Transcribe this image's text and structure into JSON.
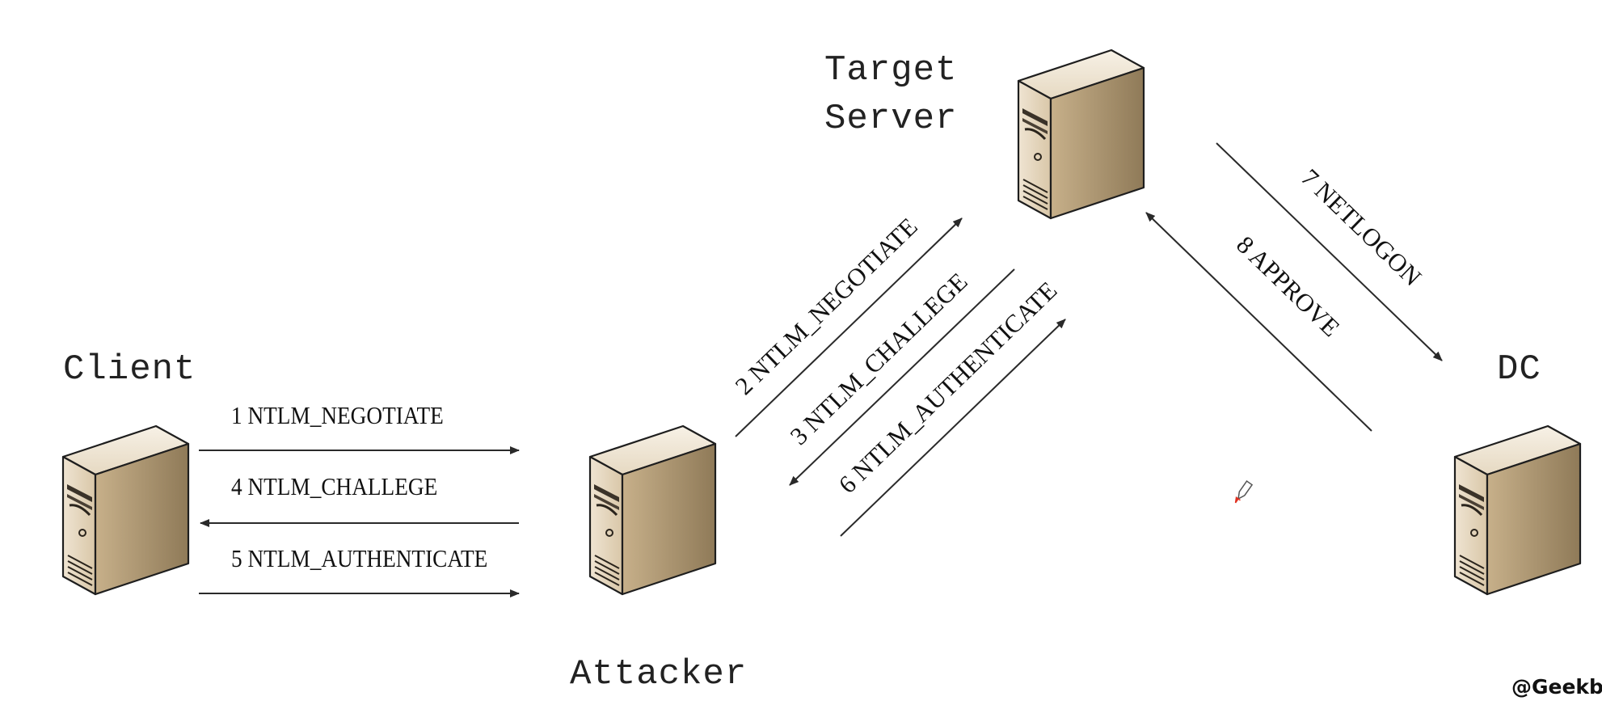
{
  "nodes": {
    "client": "Client",
    "attacker": "Attacker",
    "target_server_line1": "Target",
    "target_server_line2": "Server",
    "dc": "DC"
  },
  "messages": {
    "m1": "1 NTLM_NEGOTIATE",
    "m4": "4  NTLM_CHALLEGE",
    "m5": "5 NTLM_AUTHENTICATE",
    "m2": "2 NTLM_NEGOTIATE",
    "m3": "3  NTLM_CHALLEGE",
    "m6": "6 NTLM_AUTHENTICATE",
    "m7": "7 NETLOGON",
    "m8": "8 APPROVE"
  },
  "watermark": "@Geekby",
  "colors": {
    "server_front": "#e2d4bd",
    "server_side": "#c8b89c",
    "server_top": "#efe6d6",
    "outline": "#1e1e1e",
    "arrow": "#2a2a2a",
    "cursor": "#e03020"
  },
  "icons": {
    "server": "server-tower-icon",
    "cursor": "pen-cursor-icon"
  }
}
